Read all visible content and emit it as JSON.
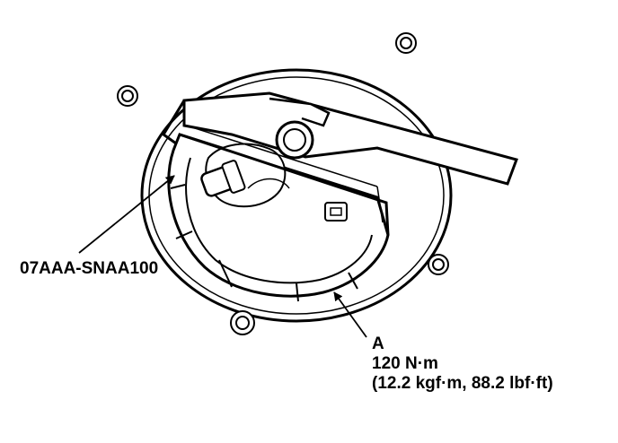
{
  "figure": {
    "tool_label": "07AAA-SNAA100",
    "callout_letter": "A",
    "torque_nm": "120 N·m",
    "torque_alt": "(12.2 kgf·m, 88.2 lbf·ft)"
  },
  "colors": {
    "ink": "#000000",
    "paper": "#ffffff",
    "shade": "#cfcfcf"
  }
}
